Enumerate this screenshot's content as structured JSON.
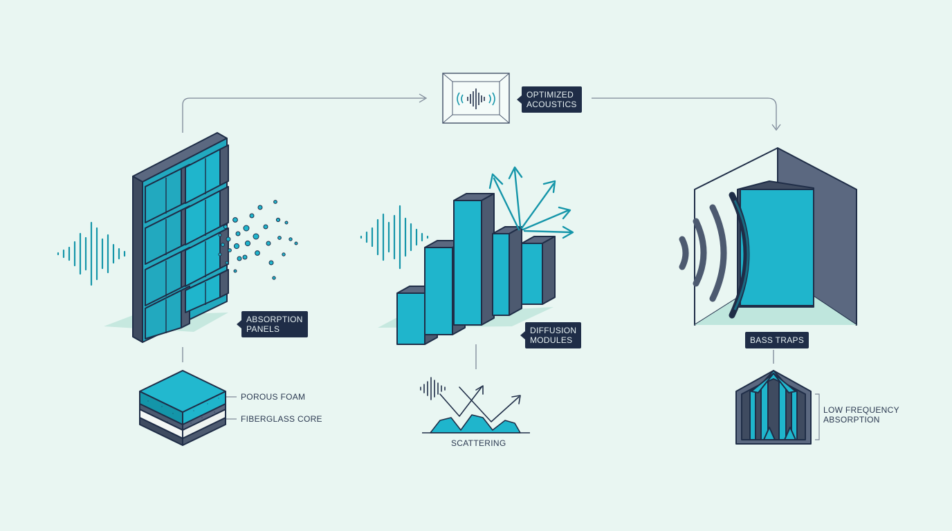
{
  "labels": {
    "optimized_acoustics": "OPTIMIZED\nACOUSTICS",
    "absorption_panels": "ABSORPTION\nPANELS",
    "diffusion_modules": "DIFFUSION\nMODULES",
    "bass_traps": "BASS TRAPS",
    "porous_foam": "POROUS FOAM",
    "fiberglass_core": "FIBERGLASS CORE",
    "scattering": "SCATTERING",
    "low_frequency_absorption": "LOW FREQUENCY\nABSORPTION"
  },
  "colors": {
    "background": "#e9f6f2",
    "teal": "#1fb5cc",
    "teal_dark": "#1495a9",
    "slate": "#4d5a70",
    "navy": "#1f2d47",
    "line": "#7b8696",
    "shadow": "#c6e8df"
  },
  "icons": [
    "sound-wave-icon",
    "particles-icon",
    "arrows-icon",
    "room-box-icon"
  ]
}
